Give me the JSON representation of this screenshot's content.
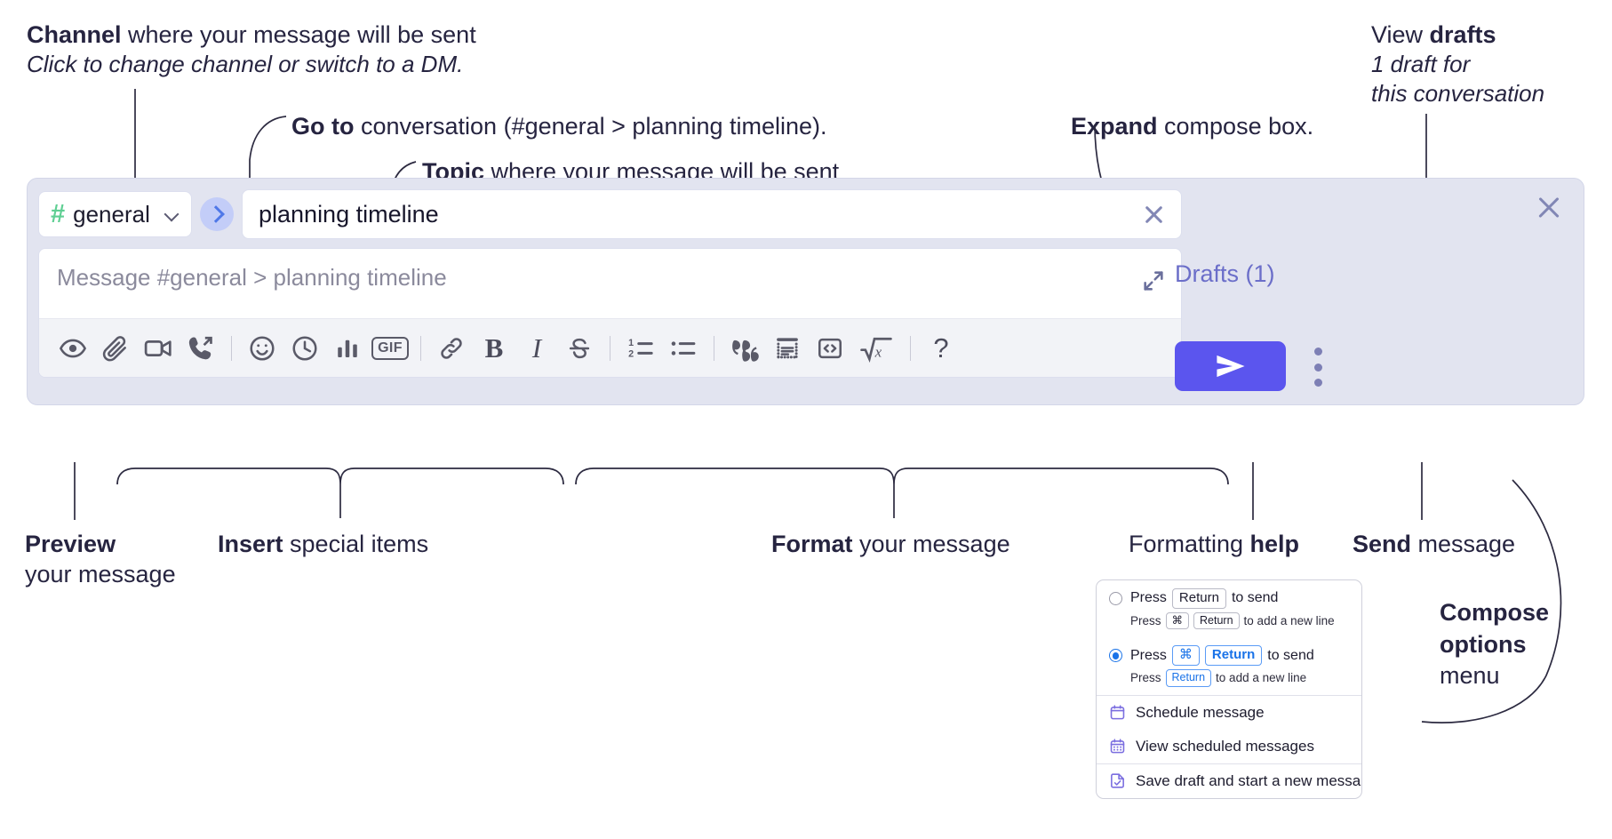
{
  "annotations": {
    "channel": {
      "line1_bold": "Channel",
      "line1_rest": " where your message will be sent",
      "line2": "Click to change channel or switch to a DM."
    },
    "goto": {
      "bold": "Go to",
      "rest": " conversation (#general > planning timeline)."
    },
    "topic": {
      "bold": "Topic",
      "rest": " where your message will be sent"
    },
    "expand": {
      "bold": "Expand",
      "rest": " compose box."
    },
    "drafts": {
      "line1_bold": "View ",
      "line1_rest": "drafts",
      "line2": "1 draft for",
      "line3": "this conversation"
    },
    "preview": {
      "bold": "Preview",
      "line2": "your message"
    },
    "insert": {
      "bold": "Insert",
      "rest": " special items"
    },
    "format": {
      "bold": "Format",
      "rest": " your message"
    },
    "help": {
      "plain": "Formatting ",
      "bold": "help"
    },
    "send": {
      "bold": "Send",
      "rest": " message"
    },
    "compose_options": {
      "line1": "Compose",
      "line2": "options",
      "line3": "menu"
    }
  },
  "compose": {
    "channel_selector": {
      "hash_icon": "hash-icon",
      "name": "general",
      "chevron_icon": "chevron-down-icon"
    },
    "goto_button": {
      "icon": "chevron-right-icon"
    },
    "topic_field": {
      "value": "planning timeline",
      "clear_icon": "close-icon"
    },
    "message_input": {
      "placeholder": "Message #general > planning timeline",
      "expand_icon": "expand-diagonal-icon"
    },
    "toolbar": [
      {
        "name": "preview-icon",
        "label": "Preview"
      },
      {
        "name": "attachment-icon",
        "label": "Attach file"
      },
      {
        "name": "video-camera-icon",
        "label": "Video"
      },
      {
        "name": "phone-forward-icon",
        "label": "Call"
      },
      {
        "name": "separator",
        "label": ""
      },
      {
        "name": "emoji-icon",
        "label": "Emoji"
      },
      {
        "name": "clock-icon",
        "label": "Reminder"
      },
      {
        "name": "poll-icon",
        "label": "Poll"
      },
      {
        "name": "gif-icon",
        "label": "GIF"
      },
      {
        "name": "separator",
        "label": ""
      },
      {
        "name": "link-icon",
        "label": "Link"
      },
      {
        "name": "bold-icon",
        "label": "B"
      },
      {
        "name": "italic-icon",
        "label": "I"
      },
      {
        "name": "strikethrough-icon",
        "label": "Strikethrough"
      },
      {
        "name": "separator",
        "label": ""
      },
      {
        "name": "ordered-list-icon",
        "label": "Numbered list"
      },
      {
        "name": "bulleted-list-icon",
        "label": "Bulleted list"
      },
      {
        "name": "separator",
        "label": ""
      },
      {
        "name": "blockquote-icon",
        "label": "Quote"
      },
      {
        "name": "code-block-icon",
        "label": "Code block"
      },
      {
        "name": "inline-code-icon",
        "label": "Code"
      },
      {
        "name": "math-icon",
        "label": "Math"
      },
      {
        "name": "separator",
        "label": ""
      },
      {
        "name": "help-icon",
        "label": "?"
      }
    ],
    "drafts_link": "Drafts (1)",
    "send_button": {
      "icon": "send-icon"
    },
    "options_button": {
      "icon": "kebab-menu-icon"
    },
    "close_button": {
      "icon": "close-icon"
    }
  },
  "options_popup": {
    "send_options": [
      {
        "selected": false,
        "main_prefix": "Press",
        "main_keys": [
          "Return"
        ],
        "main_suffix": "to send",
        "sub_prefix": "Press",
        "sub_keys": [
          "⌘",
          "Return"
        ],
        "sub_suffix": "to add a new line"
      },
      {
        "selected": true,
        "main_prefix": "Press",
        "main_keys": [
          "⌘",
          "Return"
        ],
        "main_suffix": "to send",
        "sub_prefix": "Press",
        "sub_keys": [
          "Return"
        ],
        "sub_suffix": "to add a new line"
      }
    ],
    "menu_items": [
      {
        "icon": "calendar-icon",
        "label": "Schedule message"
      },
      {
        "icon": "calendar-grid-icon",
        "label": "View scheduled messages"
      },
      {
        "icon": "document-check-icon",
        "label": "Save draft and start a new message"
      }
    ]
  },
  "colors": {
    "panel_bg": "#e2e4f0",
    "send_button": "#5b55ee",
    "drafts_text": "#6b6ec9",
    "hash_green": "#5fcf93",
    "goto_blue": "#4f78e8",
    "radio_blue": "#1a73e8",
    "menu_icon_purple": "#7b6ee0"
  }
}
